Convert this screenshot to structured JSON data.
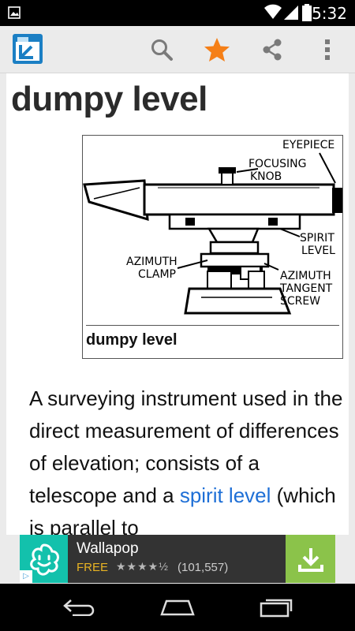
{
  "status_bar": {
    "time": "5:32"
  },
  "action_bar": {
    "logo_icon": "dictionary-app-icon",
    "actions": [
      "search-icon",
      "star-icon",
      "share-icon",
      "overflow-menu-icon"
    ],
    "star_color": "#f57f17"
  },
  "entry": {
    "title": "dumpy level",
    "figure": {
      "caption": "dumpy level",
      "labels": {
        "eyepiece": "EYEPIECE",
        "focusing_1": "FOCUSING",
        "focusing_2": "KNOB",
        "spirit_1": "SPIRIT",
        "spirit_2": "LEVEL",
        "azclamp_1": "AZIMUTH",
        "azclamp_2": "CLAMP",
        "aztan_1": "AZIMUTH",
        "aztan_2": "TANGENT",
        "aztan_3": "SCREW"
      }
    },
    "definition_before": "A surveying instrument used in the direct measurement of differences of elevation; consists of a telescope and a ",
    "definition_link": "spirit level",
    "definition_after": " (which is parallel to"
  },
  "ad": {
    "app_name": "Wallapop",
    "price": "FREE",
    "stars": "★★★★½",
    "rating_count": "(101,557)",
    "icon_color": "#13c1ac",
    "install_color": "#8bc34a"
  }
}
